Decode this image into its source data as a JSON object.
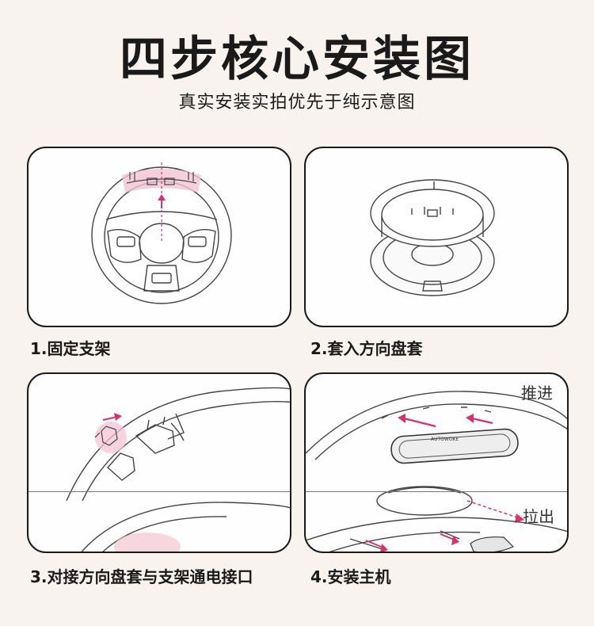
{
  "header": {
    "title": "四步核心安装图",
    "subtitle": "真实安装实拍优先于纯示意图"
  },
  "steps": [
    {
      "caption": "1.固定支架"
    },
    {
      "caption": "2.套入方向盘套"
    },
    {
      "caption": "3.对接方向盘套与支架通电接口"
    },
    {
      "caption": "4.安装主机"
    }
  ],
  "step4": {
    "push_label": "推进",
    "pull_label": "拉出",
    "device_text": "AUTOWOKE"
  },
  "colors": {
    "background": "#f8f3ee",
    "accent": "#d9306e",
    "highlight": "#f3c4d3",
    "line": "#1a1a1a"
  }
}
